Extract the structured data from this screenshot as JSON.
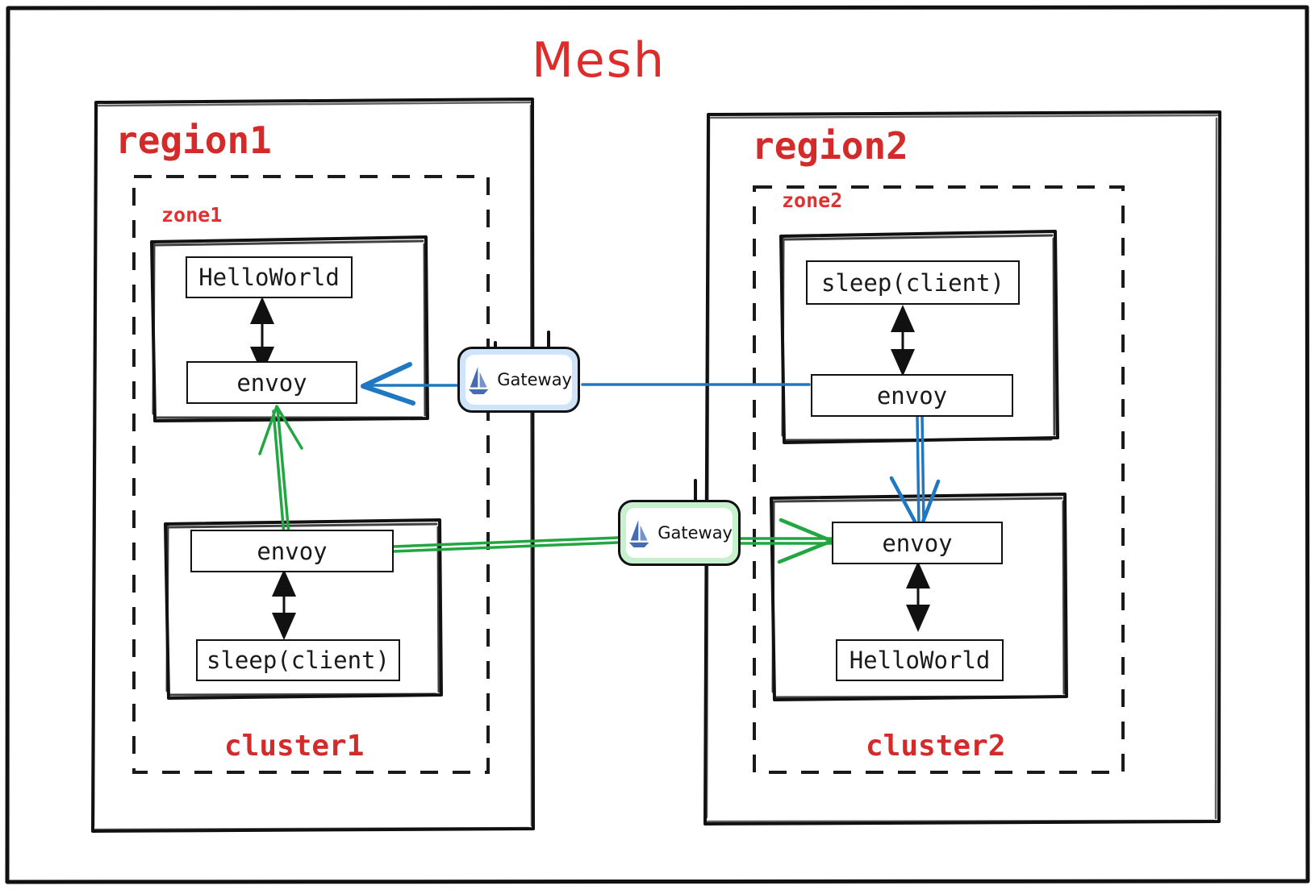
{
  "diagram": {
    "title": "Mesh",
    "kind": "istio-multicluster-mesh-topology",
    "accent_red": "#d42a2a",
    "accent_blue": "#1f78c1",
    "accent_green": "#22a642",
    "stroke": "#111111"
  },
  "regions": [
    {
      "id": "region1",
      "label": "region1"
    },
    {
      "id": "region2",
      "label": "region2"
    }
  ],
  "zones": [
    {
      "id": "zone1",
      "label": "zone1"
    },
    {
      "id": "zone2",
      "label": "zone2"
    }
  ],
  "clusters": [
    {
      "id": "cluster1",
      "label": "cluster1"
    },
    {
      "id": "cluster2",
      "label": "cluster2"
    }
  ],
  "pods": [
    {
      "id": "pod-c1-helloworld",
      "cluster": "cluster1",
      "containers": [
        {
          "id": "c1-helloworld-app",
          "label": "HelloWorld"
        },
        {
          "id": "c1-helloworld-envoy",
          "label": "envoy"
        }
      ]
    },
    {
      "id": "pod-c1-sleep",
      "cluster": "cluster1",
      "containers": [
        {
          "id": "c1-sleep-envoy",
          "label": "envoy"
        },
        {
          "id": "c1-sleep-app",
          "label": "sleep(client)"
        }
      ]
    },
    {
      "id": "pod-c2-sleep",
      "cluster": "cluster2",
      "containers": [
        {
          "id": "c2-sleep-app",
          "label": "sleep(client)"
        },
        {
          "id": "c2-sleep-envoy",
          "label": "envoy"
        }
      ]
    },
    {
      "id": "pod-c2-helloworld",
      "cluster": "cluster2",
      "containers": [
        {
          "id": "c2-helloworld-envoy",
          "label": "envoy"
        },
        {
          "id": "c2-helloworld-app",
          "label": "HelloWorld"
        }
      ]
    }
  ],
  "gateways": [
    {
      "id": "gateway-blue",
      "label": "Gateway",
      "color": "#cfe4fa",
      "icon": "istio-sailboat-icon"
    },
    {
      "id": "gateway-green",
      "label": "Gateway",
      "color": "#c7f0cd",
      "icon": "istio-sailboat-icon"
    }
  ],
  "flows": [
    {
      "id": "flow-blue",
      "color": "#1f78c1",
      "from": "cluster2 sleep(client) envoy",
      "through": "gateway-blue",
      "to": "cluster1 HelloWorld envoy"
    },
    {
      "id": "flow-green",
      "color": "#22a642",
      "from": "cluster1 sleep(client) envoy",
      "through": "gateway-green",
      "to": "cluster2 HelloWorld envoy"
    }
  ]
}
